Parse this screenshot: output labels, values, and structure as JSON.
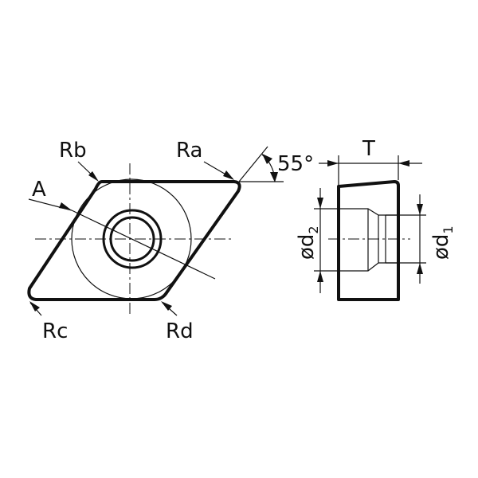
{
  "labels": {
    "corner_a": "Ra",
    "corner_b": "Rb",
    "corner_c": "Rc",
    "corner_d": "Rd",
    "section_a": "A",
    "angle": "55°",
    "thickness": "T",
    "d2_prefix": "ød",
    "d2_sub": "2",
    "d1_prefix": "ød",
    "d1_sub": "1"
  }
}
